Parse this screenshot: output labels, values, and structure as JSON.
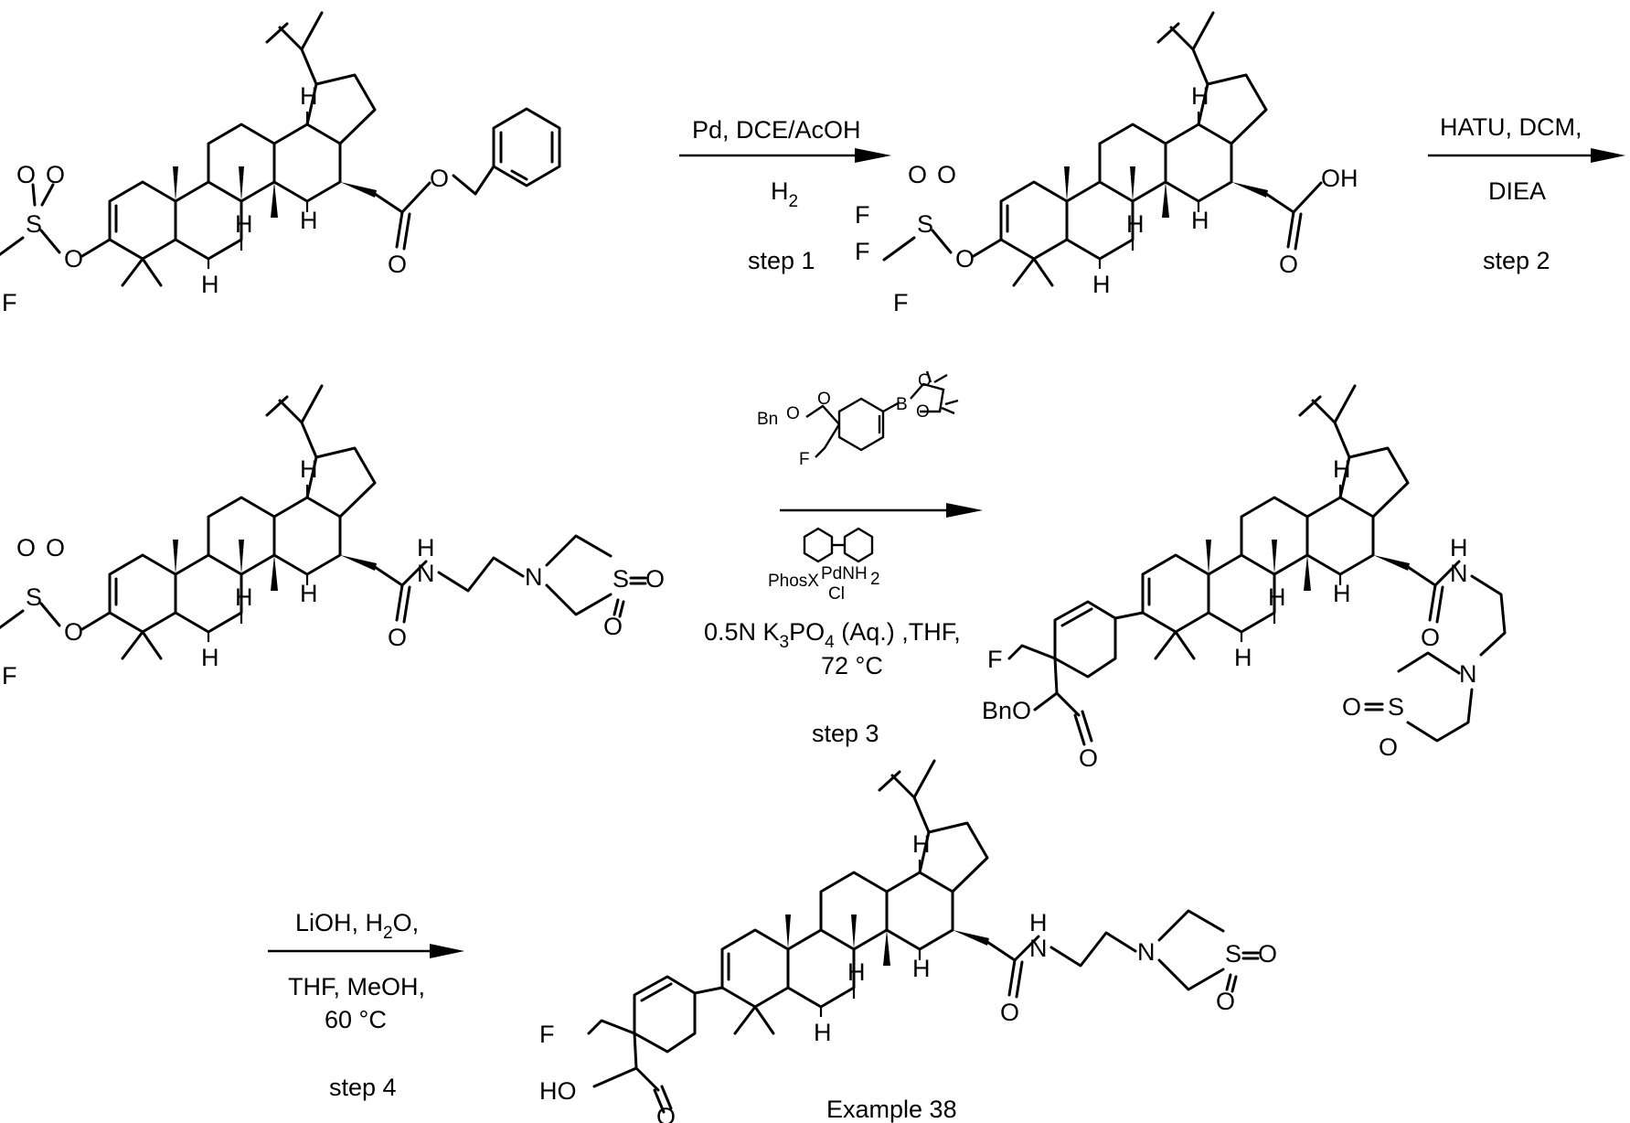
{
  "atoms": {
    "H": "H",
    "O": "O",
    "S": "S",
    "F": "F",
    "N": "N",
    "OH": "OH",
    "B": "B",
    "Cl": "Cl",
    "BnO": "BnO",
    "HO": "HO",
    "Bn": "Bn",
    "Phos": "PhosX",
    "PdNH2": "PdNH",
    "sub2": "2"
  },
  "steps": [
    {
      "id": "step-1",
      "reagent_line1": "Pd, DCE/AcOH",
      "reagent_line2": "H",
      "reagent_line2_sub": "2",
      "label": "step 1"
    },
    {
      "id": "step-2",
      "reagent_line1": "HATU, DCM,",
      "reagent_line2": "DIEA",
      "label": "step 2"
    },
    {
      "id": "step-3",
      "reagent_line1_a": "0.5N K",
      "reagent_line1_sub1": "3",
      "reagent_line1_b": "PO",
      "reagent_line1_sub2": "4",
      "reagent_line1_c": " (Aq.) ,THF,",
      "reagent_line2": "72 °C",
      "label": "step 3"
    },
    {
      "id": "step-4",
      "reagent_line1_a": "LiOH, H",
      "reagent_line1_sub": "2",
      "reagent_line1_b": "O,",
      "reagent_line2": "THF, MeOH,",
      "reagent_line3": "60 °C",
      "label": "step 4"
    }
  ],
  "product_label": "Example 38"
}
